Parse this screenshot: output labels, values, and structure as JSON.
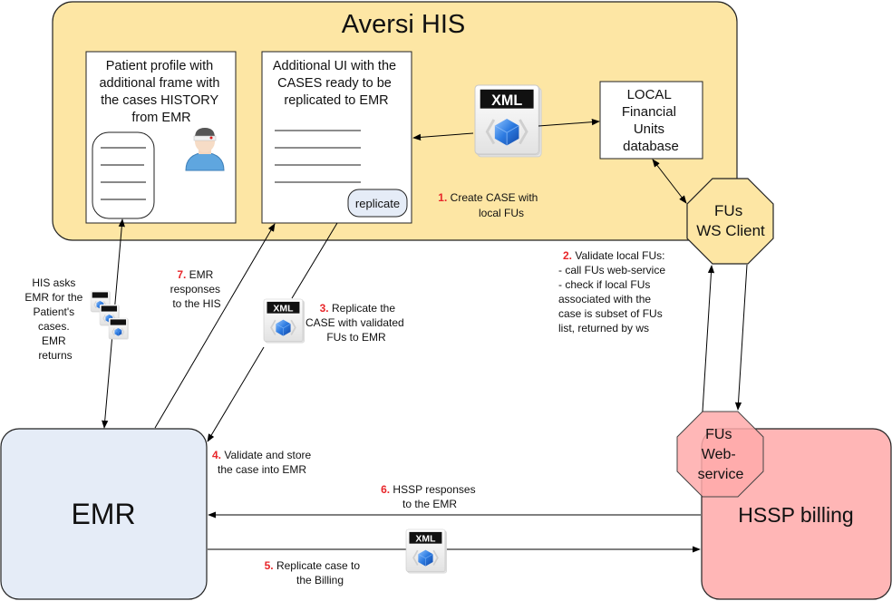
{
  "title": "Aversi HIS",
  "colors": {
    "his_fill": "#fde6a4",
    "emr_fill": "#e5ecf7",
    "billing_fill": "#ffb6b6",
    "webservice_fill": "#ffaaaa",
    "step_number": "#e8262a",
    "button_fill": "#e5ecf7"
  },
  "his": {
    "title": "Aversi HIS",
    "patient_profile": {
      "lines": [
        "Patient profile with",
        "additional frame with",
        "the cases HISTORY",
        "from EMR"
      ]
    },
    "additional_ui": {
      "lines": [
        "Additional UI with the",
        "CASES ready to be",
        "replicated to EMR"
      ],
      "button_label": "replicate"
    },
    "local_db": {
      "lines": [
        "LOCAL",
        "Financial",
        "Units",
        "database"
      ]
    },
    "ws_client": {
      "lines": [
        "FUs",
        "WS Client"
      ]
    }
  },
  "emr": {
    "label": "EMR"
  },
  "billing": {
    "label": "HSSP billing",
    "webservice": {
      "lines": [
        "FUs",
        "Web-",
        "service"
      ]
    }
  },
  "xml_icon_label": "XML",
  "steps": [
    {
      "num": "1.",
      "lines": [
        "Create CASE with",
        "local FUs"
      ]
    },
    {
      "num": "2.",
      "lines": [
        "Validate local FUs:",
        "- call FUs web-service",
        "- check if local FUs",
        "associated with the",
        "case is subset of FUs",
        "list, returned by ws"
      ]
    },
    {
      "num": "3.",
      "lines": [
        "Replicate the",
        "CASE with validated",
        "FUs to EMR"
      ]
    },
    {
      "num": "4.",
      "lines": [
        "Validate and store",
        "the case into EMR"
      ]
    },
    {
      "num": "5.",
      "lines": [
        "Replicate case to",
        "the Billing"
      ]
    },
    {
      "num": "6.",
      "lines": [
        "HSSP responses",
        "to the EMR"
      ]
    },
    {
      "num": "7.",
      "lines": [
        "EMR",
        "responses",
        "to the HIS"
      ]
    }
  ],
  "his_asks_note": {
    "lines": [
      "HIS asks",
      "EMR for the",
      "Patient's",
      "cases.",
      "EMR",
      "returns"
    ]
  }
}
